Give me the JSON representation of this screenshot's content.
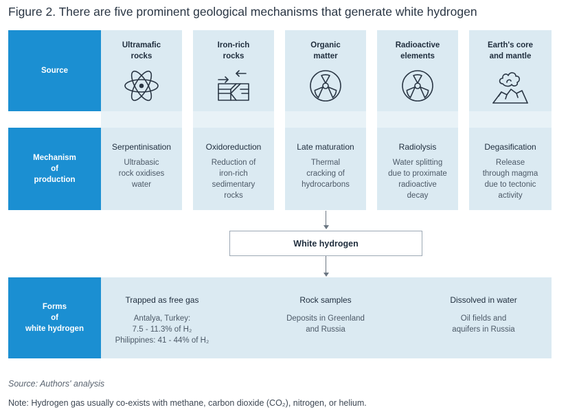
{
  "figure": {
    "title": "Figure 2. There are five prominent geological mechanisms that generate white hydrogen"
  },
  "rows": {
    "source_label": [
      "Source"
    ],
    "mechanism_label": [
      "Mechanism",
      "of",
      "production"
    ],
    "forms_label": [
      "Forms",
      "of",
      "white hydrogen"
    ]
  },
  "sources": [
    {
      "line1": "Ultramafic",
      "line2": "rocks",
      "icon": "atom-icon"
    },
    {
      "line1": "Iron-rich",
      "line2": "rocks",
      "icon": "rock-layers-icon"
    },
    {
      "line1": "Organic",
      "line2": "matter",
      "icon": "radiation-icon"
    },
    {
      "line1": "Radioactive",
      "line2": "elements",
      "icon": "radiation-icon"
    },
    {
      "line1": "Earth's core",
      "line2": "and mantle",
      "icon": "volcano-icon"
    }
  ],
  "mechanisms": [
    {
      "title": "Serpentinisation",
      "desc": [
        "Ultrabasic",
        "rock oxidises",
        "water"
      ]
    },
    {
      "title": "Oxidoreduction",
      "desc": [
        "Reduction of",
        "iron-rich",
        "sedimentary",
        "rocks"
      ]
    },
    {
      "title": "Late maturation",
      "desc": [
        "Thermal",
        "cracking of",
        "hydrocarbons"
      ]
    },
    {
      "title": "Radiolysis",
      "desc": [
        "Water splitting",
        "due to proximate",
        "radioactive",
        "decay"
      ]
    },
    {
      "title": "Degasification",
      "desc": [
        "Release",
        "through magma",
        "due to tectonic",
        "activity"
      ]
    }
  ],
  "white_hydrogen": "White hydrogen",
  "forms": [
    {
      "title": "Trapped as free gas",
      "desc": [
        "Antalya, Turkey:",
        "7.5 - 11.3% of H₂",
        "Philippines: 41 - 44% of H₂"
      ]
    },
    {
      "title": "Rock samples",
      "desc": [
        "Deposits in Greenland",
        "and Russia"
      ]
    },
    {
      "title": "Dissolved in water",
      "desc": [
        "Oil fields and",
        "aquifers in Russia"
      ]
    }
  ],
  "footer": {
    "source": "Source: Authors' analysis",
    "note": "Note: Hydrogen gas usually co-exists with methane, carbon dioxide (CO₂), nitrogen, or helium."
  }
}
